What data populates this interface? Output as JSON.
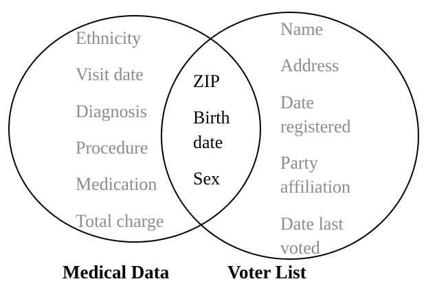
{
  "medical_data": {
    "caption": "Medical Data",
    "fields": [
      "Ethnicity",
      "Visit date",
      "Diagnosis",
      "Procedure",
      "Medication",
      "Total charge"
    ]
  },
  "shared": {
    "fields": [
      "ZIP",
      "Birth",
      "date",
      "Sex"
    ]
  },
  "voter_list": {
    "caption": "Voter List",
    "fields": [
      "Name",
      "Address",
      "Date",
      "registered",
      "Party",
      "affiliation",
      "Date last",
      "voted"
    ]
  },
  "colors": {
    "outline": "#000000",
    "unique_text": "#8c8c8c",
    "shared_text": "#000000"
  }
}
